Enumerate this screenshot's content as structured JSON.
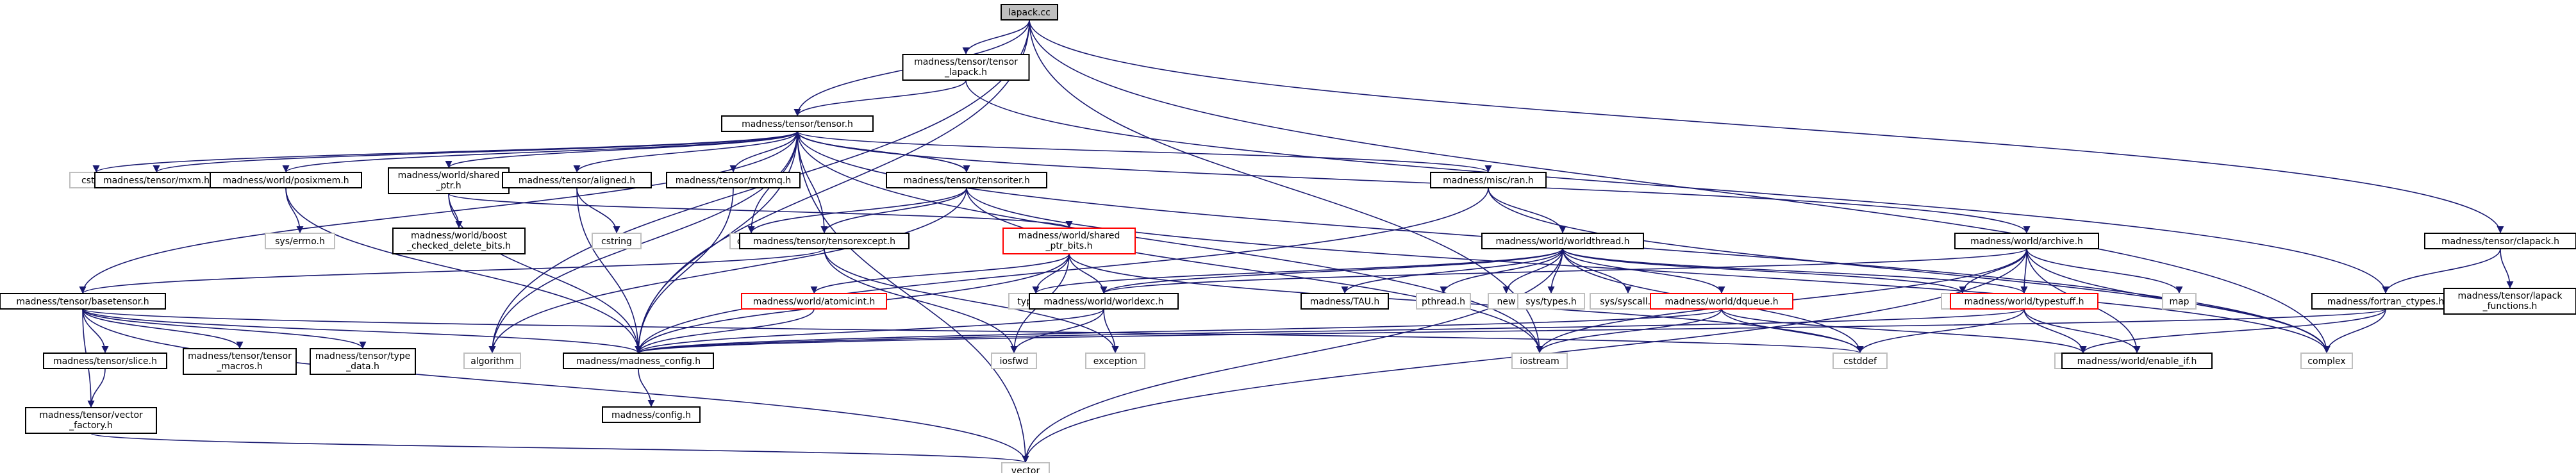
{
  "graph": {
    "colors": {
      "edge": "#191970",
      "root_fill": "#bfbfbf",
      "warn_stroke": "#ff0000",
      "plain_stroke": "#bfbfbf"
    },
    "nodes": [
      {
        "id": "lapack_cc",
        "lines": [
          "lapack.cc"
        ],
        "style": "root"
      },
      {
        "id": "tensor_lapack_h",
        "lines": [
          "madness/tensor/tensor",
          "_lapack.h"
        ],
        "style": "normal"
      },
      {
        "id": "tensor_h",
        "lines": [
          "madness/tensor/tensor.h"
        ],
        "style": "normal"
      },
      {
        "id": "cstdlib",
        "lines": [
          "cstdlib"
        ],
        "style": "plain"
      },
      {
        "id": "mxm_h",
        "lines": [
          "madness/tensor/mxm.h"
        ],
        "style": "normal"
      },
      {
        "id": "posixmem_h",
        "lines": [
          "madness/world/posixmem.h"
        ],
        "style": "normal"
      },
      {
        "id": "shared_ptr_h",
        "lines": [
          "madness/world/shared",
          "_ptr.h"
        ],
        "style": "normal"
      },
      {
        "id": "aligned_h",
        "lines": [
          "madness/tensor/aligned.h"
        ],
        "style": "normal"
      },
      {
        "id": "mtxmq_h",
        "lines": [
          "madness/tensor/mtxmq.h"
        ],
        "style": "normal"
      },
      {
        "id": "tensoriter_h",
        "lines": [
          "madness/tensor/tensoriter.h"
        ],
        "style": "normal"
      },
      {
        "id": "ran_h",
        "lines": [
          "madness/misc/ran.h"
        ],
        "style": "normal"
      },
      {
        "id": "sys_errno_h",
        "lines": [
          "sys/errno.h"
        ],
        "style": "plain"
      },
      {
        "id": "boost_delete_h",
        "lines": [
          "madness/world/boost",
          "_checked_delete_bits.h"
        ],
        "style": "normal"
      },
      {
        "id": "cstring",
        "lines": [
          "cstring"
        ],
        "style": "plain"
      },
      {
        "id": "cmath",
        "lines": [
          "cmath"
        ],
        "style": "plain"
      },
      {
        "id": "tensorexcept_h",
        "lines": [
          "madness/tensor/tensorexcept.h"
        ],
        "style": "normal"
      },
      {
        "id": "shared_ptr_bits_h",
        "lines": [
          "madness/world/shared",
          "_ptr_bits.h"
        ],
        "style": "warn"
      },
      {
        "id": "worldthread_h",
        "lines": [
          "madness/world/worldthread.h"
        ],
        "style": "normal"
      },
      {
        "id": "archive_h",
        "lines": [
          "madness/world/archive.h"
        ],
        "style": "normal"
      },
      {
        "id": "clapack_h",
        "lines": [
          "madness/tensor/clapack.h"
        ],
        "style": "normal"
      },
      {
        "id": "basetensor_h",
        "lines": [
          "madness/tensor/basetensor.h"
        ],
        "style": "normal"
      },
      {
        "id": "atomicint_h",
        "lines": [
          "madness/world/atomicint.h"
        ],
        "style": "warn"
      },
      {
        "id": "typeinfo",
        "lines": [
          "typeinfo"
        ],
        "style": "plain"
      },
      {
        "id": "worldexc_h",
        "lines": [
          "madness/world/worldexc.h"
        ],
        "style": "normal"
      },
      {
        "id": "tau_h",
        "lines": [
          "madness/TAU.h"
        ],
        "style": "normal"
      },
      {
        "id": "pthread_h",
        "lines": [
          "pthread.h"
        ],
        "style": "plain"
      },
      {
        "id": "new",
        "lines": [
          "new"
        ],
        "style": "plain"
      },
      {
        "id": "sys_types_h",
        "lines": [
          "sys/types.h"
        ],
        "style": "plain"
      },
      {
        "id": "sys_syscall_h",
        "lines": [
          "sys/syscall.h"
        ],
        "style": "plain"
      },
      {
        "id": "dqueue_h",
        "lines": [
          "madness/world/dqueue.h"
        ],
        "style": "warn"
      },
      {
        "id": "cstdio",
        "lines": [
          "cstdio"
        ],
        "style": "plain"
      },
      {
        "id": "typestuff_h",
        "lines": [
          "madness/world/typestuff.h"
        ],
        "style": "warn"
      },
      {
        "id": "map",
        "lines": [
          "map"
        ],
        "style": "plain"
      },
      {
        "id": "fortran_ctypes_h",
        "lines": [
          "madness/fortran_ctypes.h"
        ],
        "style": "normal"
      },
      {
        "id": "lapack_functions_h",
        "lines": [
          "madness/tensor/lapack",
          "_functions.h"
        ],
        "style": "normal"
      },
      {
        "id": "slice_h",
        "lines": [
          "madness/tensor/slice.h"
        ],
        "style": "normal"
      },
      {
        "id": "tensor_macros_h",
        "lines": [
          "madness/tensor/tensor",
          "_macros.h"
        ],
        "style": "normal"
      },
      {
        "id": "type_data_h",
        "lines": [
          "madness/tensor/type",
          "_data.h"
        ],
        "style": "normal"
      },
      {
        "id": "algorithm",
        "lines": [
          "algorithm"
        ],
        "style": "plain"
      },
      {
        "id": "madness_config_h",
        "lines": [
          "madness/madness_config.h"
        ],
        "style": "normal"
      },
      {
        "id": "iosfwd",
        "lines": [
          "iosfwd"
        ],
        "style": "plain"
      },
      {
        "id": "exception",
        "lines": [
          "exception"
        ],
        "style": "plain"
      },
      {
        "id": "iostream",
        "lines": [
          "iostream"
        ],
        "style": "plain"
      },
      {
        "id": "cstddef",
        "lines": [
          "cstddef"
        ],
        "style": "plain"
      },
      {
        "id": "stdint_h",
        "lines": [
          "stdint.h"
        ],
        "style": "plain"
      },
      {
        "id": "enable_if_h",
        "lines": [
          "madness/world/enable_if.h"
        ],
        "style": "normal"
      },
      {
        "id": "complex",
        "lines": [
          "complex"
        ],
        "style": "plain"
      },
      {
        "id": "vector_factory_h",
        "lines": [
          "madness/tensor/vector",
          "_factory.h"
        ],
        "style": "normal"
      },
      {
        "id": "config_h",
        "lines": [
          "madness/config.h"
        ],
        "style": "normal"
      },
      {
        "id": "vector",
        "lines": [
          "vector"
        ],
        "style": "plain"
      }
    ],
    "edges": [
      [
        "lapack_cc",
        "tensor_lapack_h"
      ],
      [
        "lapack_cc",
        "tensor_h"
      ],
      [
        "lapack_cc",
        "clapack_h"
      ],
      [
        "lapack_cc",
        "complex"
      ],
      [
        "lapack_cc",
        "algorithm"
      ],
      [
        "lapack_cc",
        "iostream"
      ],
      [
        "lapack_cc",
        "madness_config_h"
      ],
      [
        "tensor_lapack_h",
        "tensor_h"
      ],
      [
        "tensor_lapack_h",
        "fortran_ctypes_h"
      ],
      [
        "tensor_h",
        "cstdlib"
      ],
      [
        "tensor_h",
        "mxm_h"
      ],
      [
        "tensor_h",
        "posixmem_h"
      ],
      [
        "tensor_h",
        "shared_ptr_h"
      ],
      [
        "tensor_h",
        "aligned_h"
      ],
      [
        "tensor_h",
        "mtxmq_h"
      ],
      [
        "tensor_h",
        "tensoriter_h"
      ],
      [
        "tensor_h",
        "ran_h"
      ],
      [
        "tensor_h",
        "archive_h"
      ],
      [
        "tensor_h",
        "cmath"
      ],
      [
        "tensor_h",
        "tensorexcept_h"
      ],
      [
        "tensor_h",
        "basetensor_h"
      ],
      [
        "tensor_h",
        "madness_config_h"
      ],
      [
        "tensor_h",
        "vector"
      ],
      [
        "tensor_h",
        "complex"
      ],
      [
        "tensor_h",
        "algorithm"
      ],
      [
        "tensor_h",
        "iostream"
      ],
      [
        "posixmem_h",
        "sys_errno_h"
      ],
      [
        "posixmem_h",
        "madness_config_h"
      ],
      [
        "shared_ptr_h",
        "boost_delete_h"
      ],
      [
        "shared_ptr_h",
        "shared_ptr_bits_h"
      ],
      [
        "shared_ptr_h",
        "madness_config_h"
      ],
      [
        "aligned_h",
        "cstring"
      ],
      [
        "aligned_h",
        "madness_config_h"
      ],
      [
        "mtxmq_h",
        "madness_config_h"
      ],
      [
        "tensoriter_h",
        "tensor_h"
      ],
      [
        "tensoriter_h",
        "tensorexcept_h"
      ],
      [
        "tensoriter_h",
        "cmath"
      ],
      [
        "tensoriter_h",
        "algorithm"
      ],
      [
        "tensoriter_h",
        "complex"
      ],
      [
        "tensoriter_h",
        "iostream"
      ],
      [
        "ran_h",
        "worldthread_h"
      ],
      [
        "ran_h",
        "complex"
      ],
      [
        "ran_h",
        "madness_config_h"
      ],
      [
        "tensorexcept_h",
        "basetensor_h"
      ],
      [
        "tensorexcept_h",
        "exception"
      ],
      [
        "tensorexcept_h",
        "iosfwd"
      ],
      [
        "shared_ptr_bits_h",
        "atomicint_h"
      ],
      [
        "shared_ptr_bits_h",
        "worldexc_h"
      ],
      [
        "shared_ptr_bits_h",
        "typeinfo"
      ],
      [
        "shared_ptr_bits_h",
        "iosfwd"
      ],
      [
        "shared_ptr_bits_h",
        "madness_config_h"
      ],
      [
        "shared_ptr_bits_h",
        "cstddef"
      ],
      [
        "worldthread_h",
        "worldexc_h"
      ],
      [
        "worldthread_h",
        "tau_h"
      ],
      [
        "worldthread_h",
        "pthread_h"
      ],
      [
        "worldthread_h",
        "new"
      ],
      [
        "worldthread_h",
        "sys_types_h"
      ],
      [
        "worldthread_h",
        "sys_syscall_h"
      ],
      [
        "worldthread_h",
        "dqueue_h"
      ],
      [
        "worldthread_h",
        "cstdio"
      ],
      [
        "worldthread_h",
        "typestuff_h"
      ],
      [
        "worldthread_h",
        "typeinfo"
      ],
      [
        "worldthread_h",
        "vector"
      ],
      [
        "worldthread_h",
        "cstddef"
      ],
      [
        "archive_h",
        "typestuff_h"
      ],
      [
        "archive_h",
        "cstdio"
      ],
      [
        "archive_h",
        "map"
      ],
      [
        "archive_h",
        "complex"
      ],
      [
        "archive_h",
        "enable_if_h"
      ],
      [
        "archive_h",
        "vector"
      ],
      [
        "archive_h",
        "iostream"
      ],
      [
        "archive_h",
        "worldexc_h"
      ],
      [
        "clapack_h",
        "fortran_ctypes_h"
      ],
      [
        "clapack_h",
        "lapack_functions_h"
      ],
      [
        "basetensor_h",
        "slice_h"
      ],
      [
        "basetensor_h",
        "tensor_macros_h"
      ],
      [
        "basetensor_h",
        "type_data_h"
      ],
      [
        "basetensor_h",
        "vector_factory_h"
      ],
      [
        "basetensor_h",
        "madness_config_h"
      ],
      [
        "basetensor_h",
        "cstddef"
      ],
      [
        "basetensor_h",
        "vector"
      ],
      [
        "atomicint_h",
        "madness_config_h"
      ],
      [
        "worldexc_h",
        "madness_config_h"
      ],
      [
        "worldexc_h",
        "iosfwd"
      ],
      [
        "worldexc_h",
        "exception"
      ],
      [
        "dqueue_h",
        "madness_config_h"
      ],
      [
        "dqueue_h",
        "iostream"
      ],
      [
        "dqueue_h",
        "cstddef"
      ],
      [
        "dqueue_h",
        "stdint_h"
      ],
      [
        "typestuff_h",
        "stdint_h"
      ],
      [
        "typestuff_h",
        "enable_if_h"
      ],
      [
        "typestuff_h",
        "cstddef"
      ],
      [
        "typestuff_h",
        "madness_config_h"
      ],
      [
        "fortran_ctypes_h",
        "complex"
      ],
      [
        "fortran_ctypes_h",
        "stdint_h"
      ],
      [
        "fortran_ctypes_h",
        "madness_config_h"
      ],
      [
        "slice_h",
        "vector_factory_h"
      ],
      [
        "vector_factory_h",
        "vector"
      ],
      [
        "madness_config_h",
        "config_h"
      ]
    ]
  }
}
